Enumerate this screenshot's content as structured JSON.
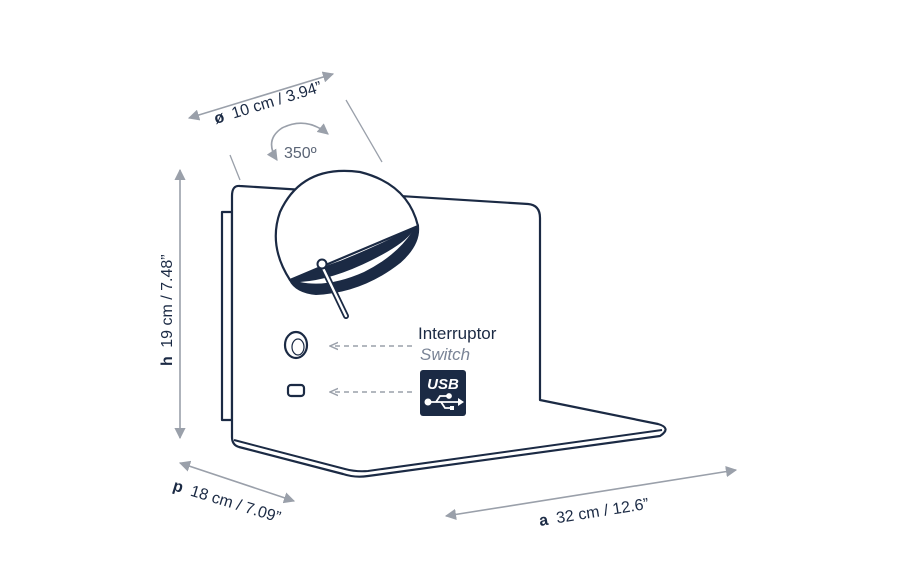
{
  "dimensions": {
    "diameter": {
      "prefix": "ø",
      "text": "10 cm / 3.94”"
    },
    "rotation": {
      "text": "350º"
    },
    "height": {
      "prefix": "h",
      "text": "19 cm / 7.48”"
    },
    "depth": {
      "prefix": "p",
      "text": "18 cm / 7.09”"
    },
    "width": {
      "prefix": "a",
      "text": "32 cm / 12.6”"
    }
  },
  "callouts": {
    "switch": {
      "primary": "Interruptor",
      "secondary": "Switch"
    },
    "usb": {
      "label": "USB"
    }
  },
  "colors": {
    "line": "#1b2a44",
    "dimension_arrow": "#9aa0aa",
    "usb_badge": "#1b2a44",
    "secondary_text": "#7a8496"
  },
  "icons": [
    "usb-icon",
    "rotation-arrow-icon"
  ]
}
